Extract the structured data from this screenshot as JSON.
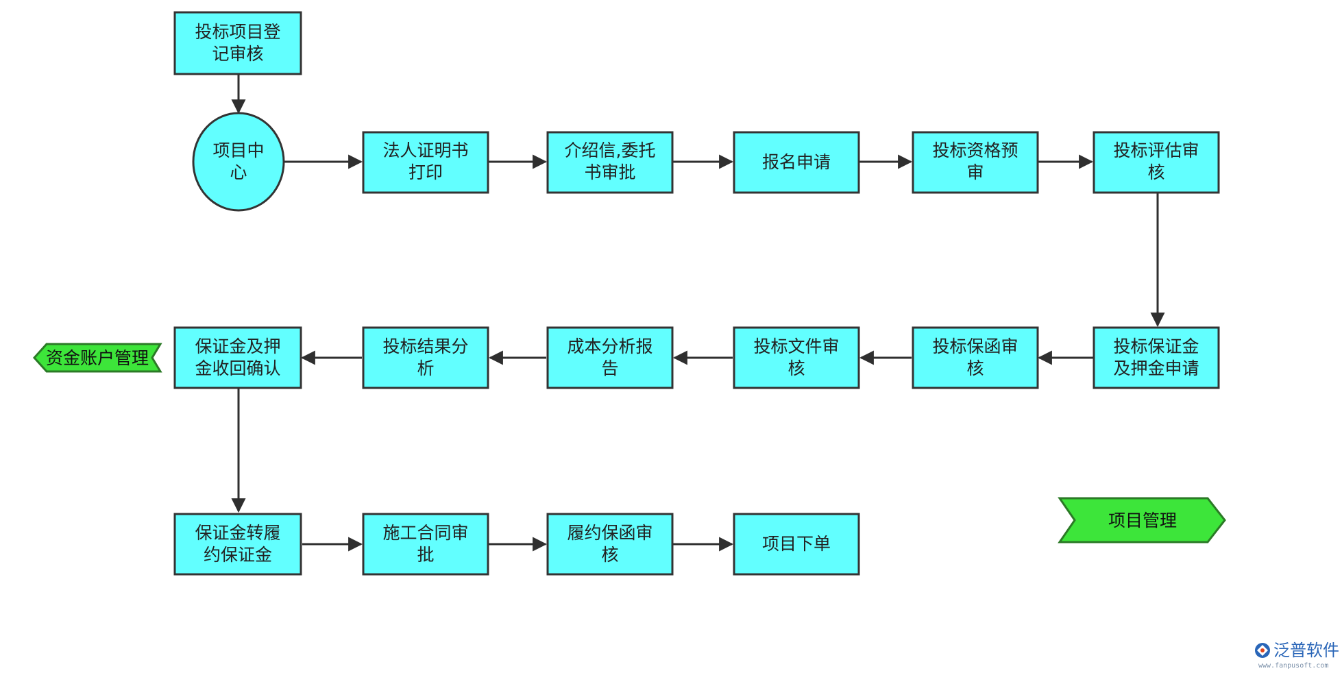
{
  "nodes": {
    "register": [
      "投标项目登",
      "记审核"
    ],
    "center": [
      "项目中",
      "心"
    ],
    "legal_cert": [
      "法人证明书",
      "打印"
    ],
    "intro_letter": [
      "介绍信,委托",
      "书审批"
    ],
    "sign_up": [
      "报名申请"
    ],
    "qual_precheck": [
      "投标资格预",
      "审"
    ],
    "eval_review": [
      "投标评估审",
      "核"
    ],
    "deposit_apply": [
      "投标保证金",
      "及押金申请"
    ],
    "guarantee_review": [
      "投标保函审",
      "核"
    ],
    "doc_review": [
      "投标文件审",
      "核"
    ],
    "cost_report": [
      "成本分析报",
      "告"
    ],
    "result_analysis": [
      "投标结果分",
      "析"
    ],
    "refund_confirm": [
      "保证金及押",
      "金收回确认"
    ],
    "transfer_deposit": [
      "保证金转履",
      "约保证金"
    ],
    "contract_review": [
      "施工合同审",
      "批"
    ],
    "perf_guarantee": [
      "履约保函审",
      "核"
    ],
    "order": [
      "项目下单"
    ]
  },
  "tags": {
    "fund_account": "资金账户管理",
    "project_mgmt": "项目管理"
  },
  "brand": {
    "name": "泛普软件",
    "url": "www.fanpusoft.com"
  },
  "colors": {
    "node_fill": "#62ffff",
    "tag_fill": "#3de53a",
    "edge": "#2f2f2f",
    "brand": "#2a66b8"
  }
}
